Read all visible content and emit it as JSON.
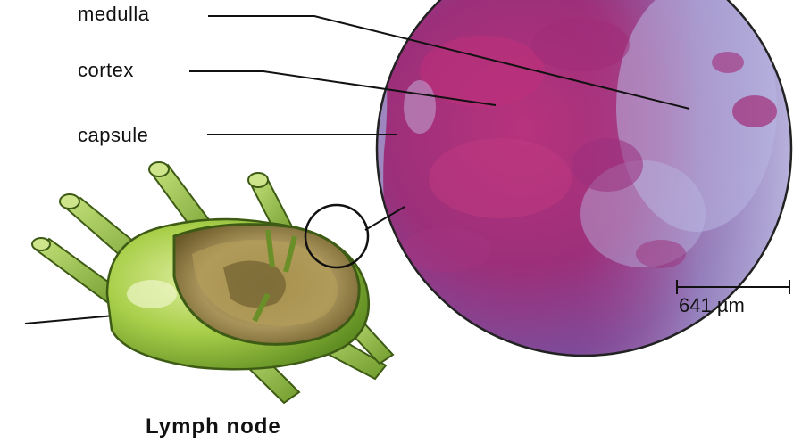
{
  "labels": {
    "medulla": "medulla",
    "cortex": "cortex",
    "capsule": "capsule"
  },
  "scale_bar": {
    "text": "641 µm"
  },
  "caption": "Lymph node"
}
